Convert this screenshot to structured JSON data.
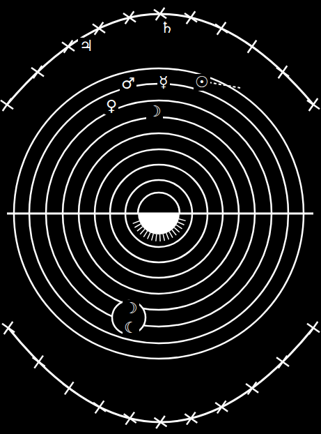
{
  "diagram": {
    "labels": [
      "♄",
      "♃",
      "☿",
      "☉",
      "♂",
      "♀",
      "☽",
      "☽",
      "☾"
    ]
  }
}
